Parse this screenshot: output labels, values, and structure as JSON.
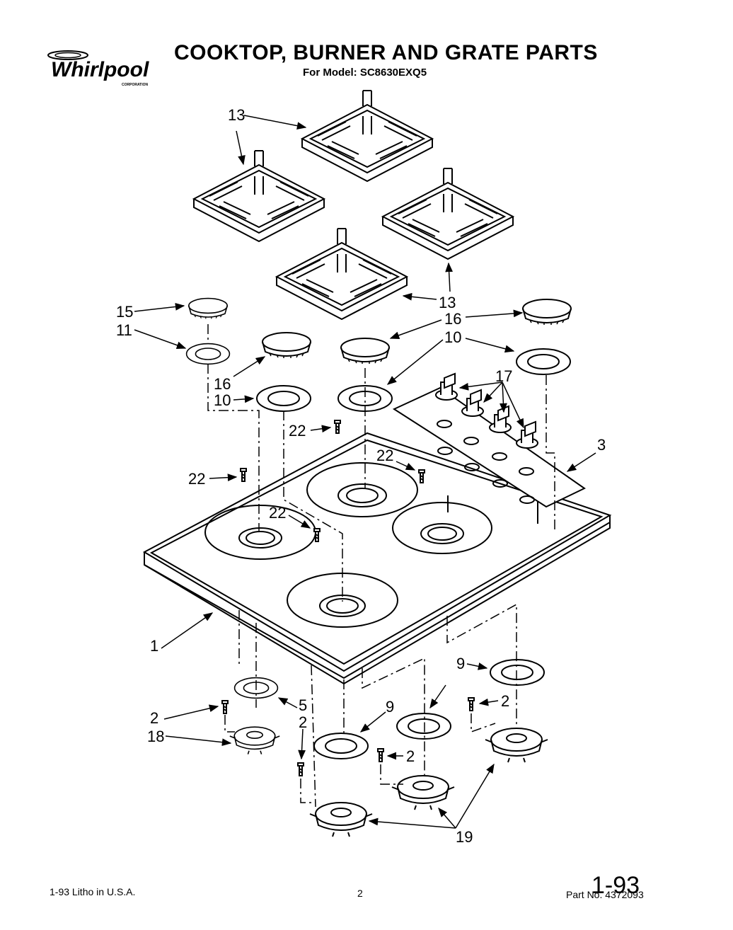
{
  "header": {
    "brand": "Whirlpool",
    "brand_sub": "CORPORATION",
    "title": "COOKTOP, BURNER AND GRATE PARTS",
    "model_line": "For Model: SC8630EXQ5"
  },
  "callouts": [
    {
      "id": "c13a",
      "text": "13"
    },
    {
      "id": "c13b",
      "text": "13"
    },
    {
      "id": "c15",
      "text": "15"
    },
    {
      "id": "c11",
      "text": "11"
    },
    {
      "id": "c16a",
      "text": "16"
    },
    {
      "id": "c16b",
      "text": "16"
    },
    {
      "id": "c10a",
      "text": "10"
    },
    {
      "id": "c10b",
      "text": "10"
    },
    {
      "id": "c17",
      "text": "17"
    },
    {
      "id": "c22a",
      "text": "22"
    },
    {
      "id": "c22b",
      "text": "22"
    },
    {
      "id": "c22c",
      "text": "22"
    },
    {
      "id": "c22d",
      "text": "22"
    },
    {
      "id": "c3",
      "text": "3"
    },
    {
      "id": "c1",
      "text": "1"
    },
    {
      "id": "c9a",
      "text": "9"
    },
    {
      "id": "c9b",
      "text": "9"
    },
    {
      "id": "c2a",
      "text": "2"
    },
    {
      "id": "c2b",
      "text": "2"
    },
    {
      "id": "c2c",
      "text": "2"
    },
    {
      "id": "c2d",
      "text": "2"
    },
    {
      "id": "c5",
      "text": "5"
    },
    {
      "id": "c18",
      "text": "18"
    },
    {
      "id": "c19",
      "text": "19"
    }
  ],
  "footer": {
    "litho": "1-93 Litho in U.S.A.",
    "page_number": "2",
    "handwritten_date": "1-93",
    "part_number": "Part No. 4372093"
  }
}
